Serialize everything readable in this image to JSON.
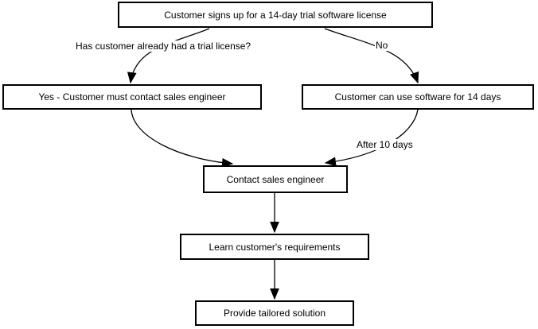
{
  "diagram": {
    "colors": {
      "background": "#ffffff",
      "node_fill": "#ffffff",
      "node_border": "#000000",
      "edge": "#000000",
      "text": "#000000"
    },
    "nodes": {
      "signup": {
        "label": "Customer signs up for a 14-day trial software license"
      },
      "yes_contact": {
        "label": "Yes - Customer must contact sales engineer"
      },
      "use_software": {
        "label": "Customer can use software for 14 days"
      },
      "contact_sales": {
        "label": "Contact sales engineer"
      },
      "learn_requirements": {
        "label": "Learn customer's requirements"
      },
      "provide_solution": {
        "label": "Provide tailored solution"
      }
    },
    "edge_labels": {
      "trial_question": {
        "text": "Has customer already had a trial license?"
      },
      "no": {
        "text": "No"
      },
      "after_10_days": {
        "text": "After 10 days"
      }
    }
  }
}
